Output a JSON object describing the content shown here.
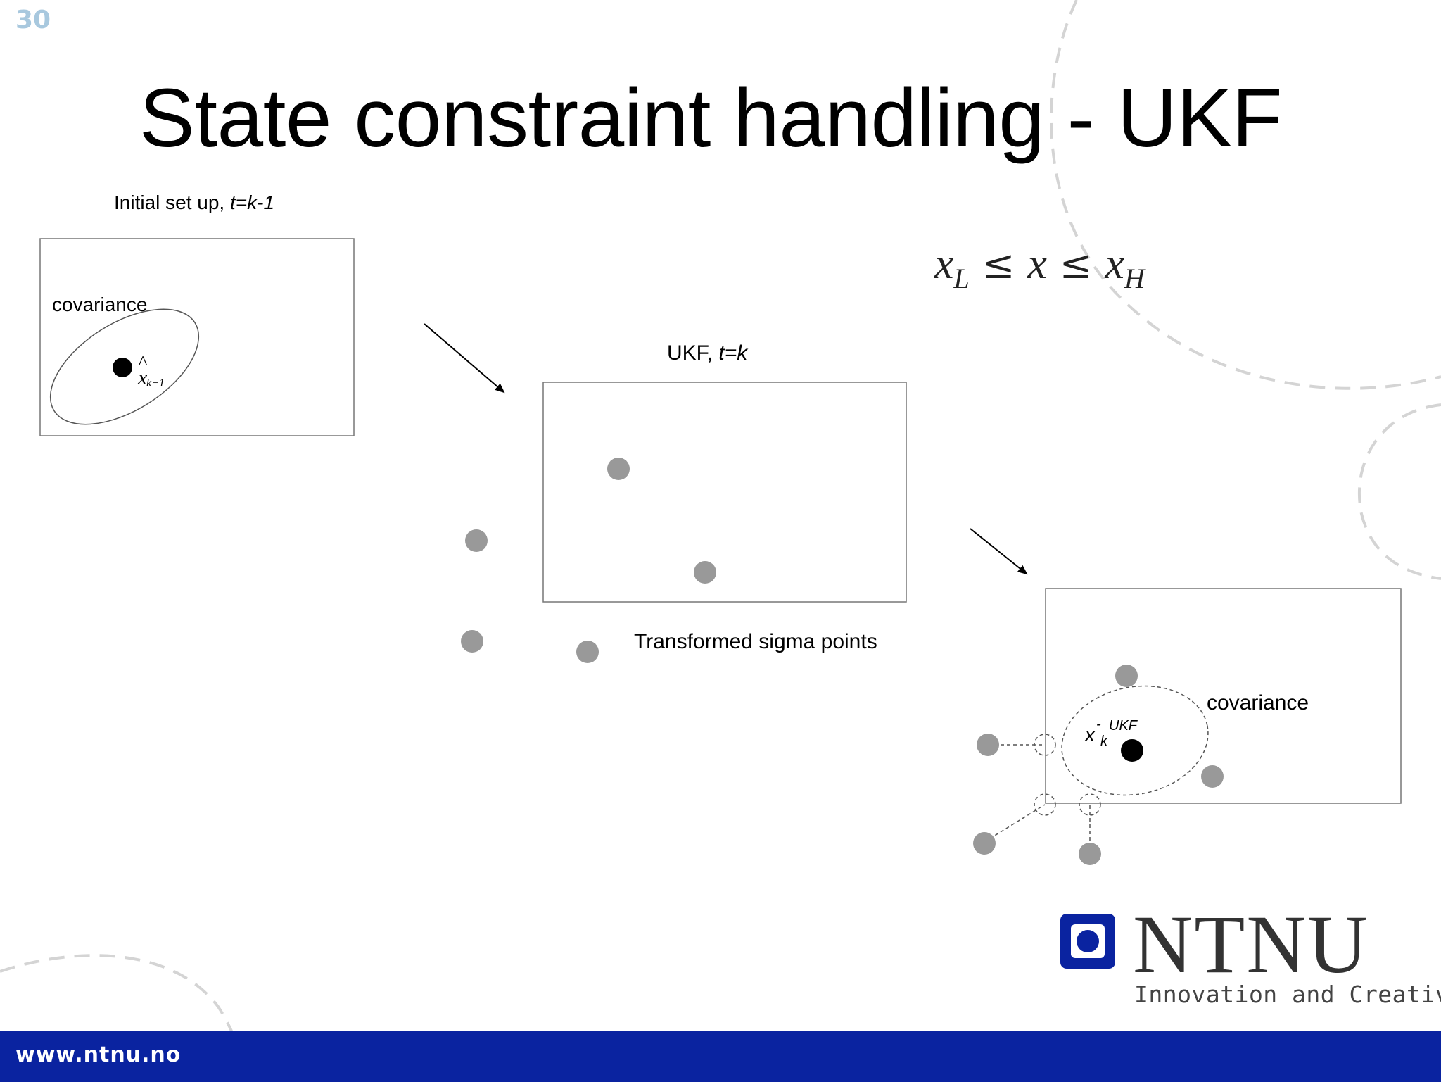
{
  "slide": {
    "number": "30",
    "title": "State constraint handling - UKF"
  },
  "constraint": {
    "lower": "x",
    "lower_sub": "L",
    "leq1": "≤",
    "middle": "x",
    "leq2": "≤",
    "upper": "x",
    "upper_sub": "H"
  },
  "panel1": {
    "caption_plain": "Initial set up, ",
    "caption_italic": "t=k-1",
    "covariance_label": "covariance",
    "estimate_symbol": "x",
    "estimate_hat": "^",
    "estimate_sub": "k−1"
  },
  "panel2": {
    "caption_plain": "UKF, ",
    "caption_italic": "t=k",
    "sigma_label": "Transformed sigma points"
  },
  "panel3": {
    "covariance_label": "covariance",
    "estimate_symbol": "x",
    "estimate_sup_minus": "-",
    "estimate_sub": "k",
    "estimate_sup": "UKF"
  },
  "footer": {
    "url": "www.ntnu.no"
  },
  "logo": {
    "name": "NTNU",
    "tagline": "Innovation and Creativity"
  },
  "colors": {
    "footer_bar": "#0a23a0",
    "logo_square": "#0a23a0",
    "sigma_point": "#999999",
    "mean_point": "#000000",
    "deco_dashes": "#d0d0d0",
    "slide_number": "#a8c8de"
  }
}
